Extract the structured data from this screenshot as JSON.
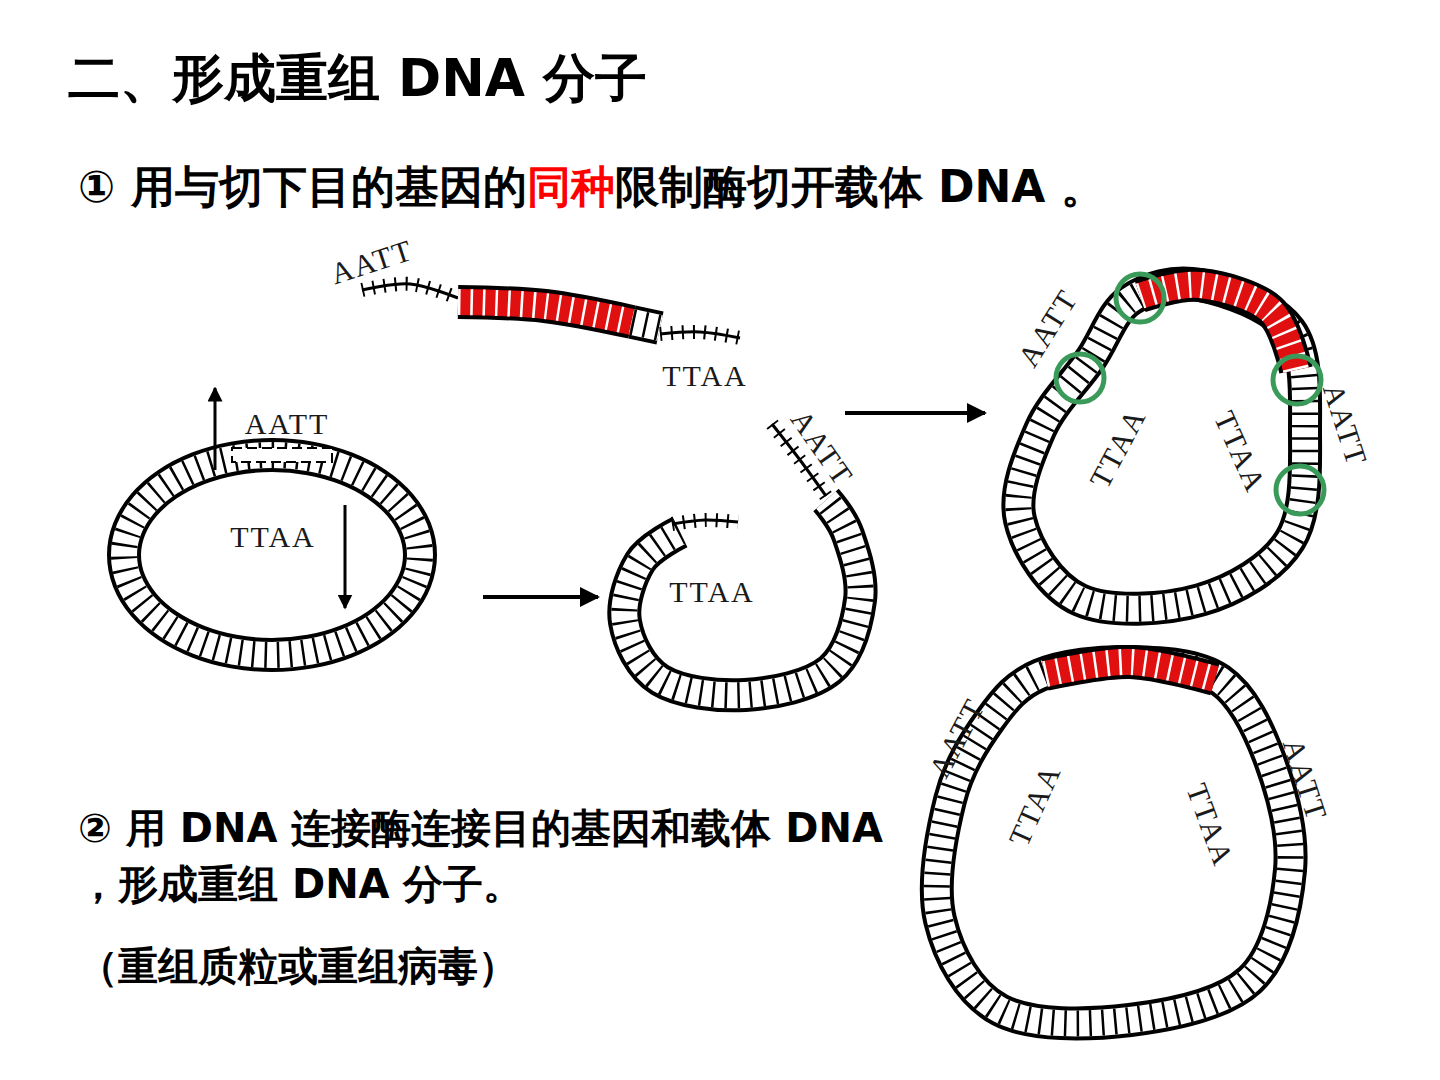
{
  "diagram": {
    "title": "二、形成重组 DNA 分子",
    "labels": [
      "① 用与切下目的基因的",
      "同种",
      "限制酶切开载体 DNA 。",
      "AATT",
      "TTAA",
      "AATT",
      "TTAA",
      "TTAA",
      "AATT",
      "AATT",
      "TTAA",
      "TTAA",
      "AATT",
      "AATT",
      "TTAA",
      "TTAA",
      "AATT",
      "② 用 DNA 连接酶连接目的基因和载体 DNA ，形成重组 DNA 分子。",
      "（重组质粒或重组病毒）"
    ]
  }
}
